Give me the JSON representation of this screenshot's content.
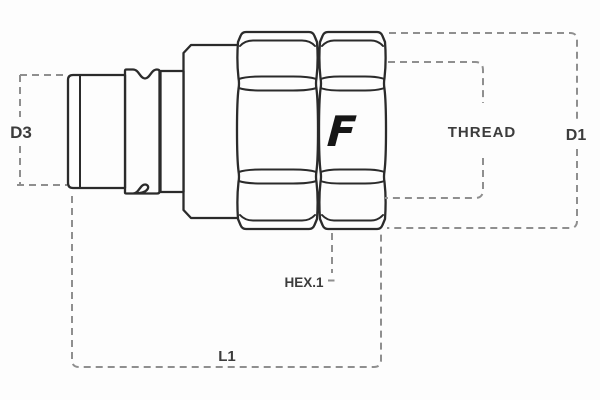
{
  "diagram": {
    "type": "technical-dimension-drawing",
    "subject": "hydraulic quick-release coupling male plug, side view",
    "logo_letter": "F",
    "colors": {
      "background": "#fdfdfd",
      "outline": "#2b2b2b",
      "dimension_lines": "#8f8f8f",
      "label_text": "#3c3c3c"
    },
    "line_style": "dashed dimension leaders, solid part outlines",
    "labels": [
      {
        "id": "d3",
        "text": "D3",
        "measures": "plug tip diameter, left side"
      },
      {
        "id": "thread",
        "text": "THREAD",
        "measures": "thread diameter, right side"
      },
      {
        "id": "d1",
        "text": "D1",
        "measures": "overall hex diameter, far right"
      },
      {
        "id": "hex1",
        "text": "HEX.1",
        "measures": "hex flat, leader below nut"
      },
      {
        "id": "l1",
        "text": "L1",
        "measures": "overall length, bottom"
      }
    ]
  }
}
